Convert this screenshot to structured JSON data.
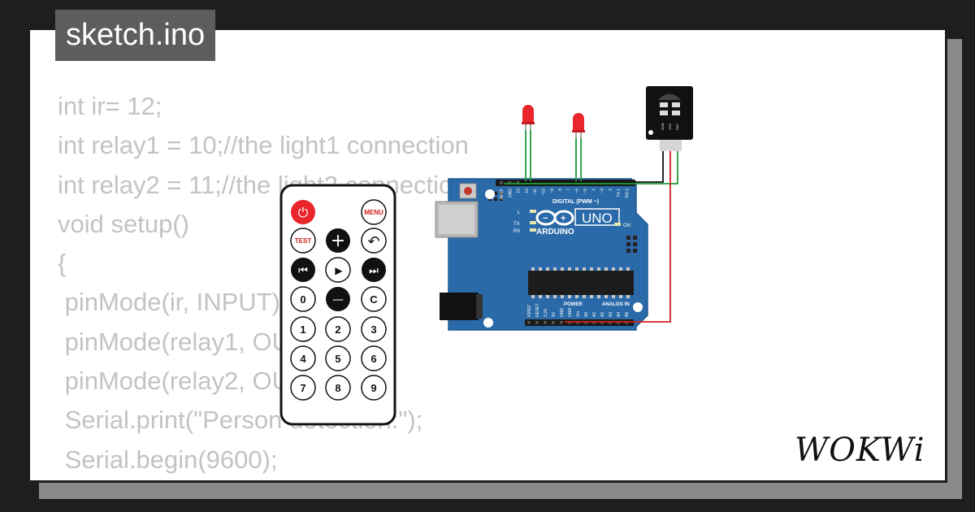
{
  "header": {
    "file_name": "sketch.ino"
  },
  "code_lines": [
    "int ir= 12;",
    "int relay1 = 10;//the light1 connection",
    "int relay2 = 11;//the light2 connection",
    "void setup()",
    "{",
    " pinMode(ir, INPUT);",
    " pinMode(relay1, OUTPUT);",
    " pinMode(relay2, OUTPUT);",
    " Serial.print(\"Person detection:\");",
    " Serial.begin(9600);",
    "}"
  ],
  "remote": {
    "power": "⏻",
    "menu": "MENU",
    "test": "TEST",
    "plus": "+",
    "back": "↶",
    "prev": "⏮",
    "play": "▶",
    "next": "⏭",
    "zero": "0",
    "minus": "—",
    "c": "C",
    "n1": "1",
    "n2": "2",
    "n3": "3",
    "n4": "4",
    "n5": "5",
    "n6": "6",
    "n7": "7",
    "n8": "8",
    "n9": "9"
  },
  "arduino": {
    "model": "UNO",
    "brand": "ARDUINO",
    "digital_label": "DIGITAL (PWM ~)",
    "power_label": "POWER",
    "analog_label": "ANALOG IN",
    "led_l": "L",
    "led_tx": "TX",
    "led_rx": "RX",
    "led_on": "ON",
    "top_pins": [
      "AREF",
      "GND",
      "13",
      "12",
      "~11",
      "~10",
      "~9",
      "8",
      "7",
      "~6",
      "~5",
      "4",
      "~3",
      "2",
      "TX 1",
      "RX 0"
    ],
    "bottom_pins": [
      "IOREF",
      "RESET",
      "3.3V",
      "5V",
      "GND",
      "GND",
      "Vin",
      "A0",
      "A1",
      "A2",
      "A3",
      "A4",
      "A5"
    ]
  },
  "ir_sensor": {
    "pins": [
      "GND",
      "VCC",
      "DAT"
    ]
  },
  "brand": {
    "logo_text": "WOKWi"
  },
  "colors": {
    "board": "#2a6aa8",
    "wire_green": "#1f9a3a",
    "wire_red": "#d42020",
    "wire_black": "#111111",
    "led": "#e8262b"
  }
}
